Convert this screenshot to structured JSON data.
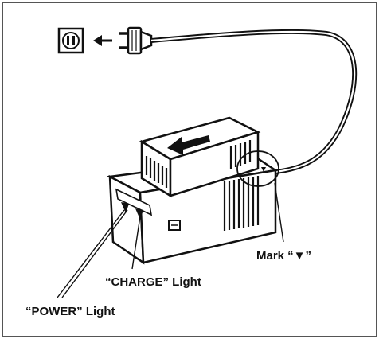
{
  "labels": {
    "mark": "Mark “▼”",
    "charge_light": "“CHARGE” Light",
    "power_light": "“POWER” Light"
  },
  "icons": {
    "outlet": "wall-outlet-icon",
    "arrow": "left-arrow-icon",
    "plug": "power-plug-icon",
    "slide_arrow": "slide-direction-arrow-icon"
  },
  "colors": {
    "ink": "#111111",
    "paper": "#ffffff"
  }
}
